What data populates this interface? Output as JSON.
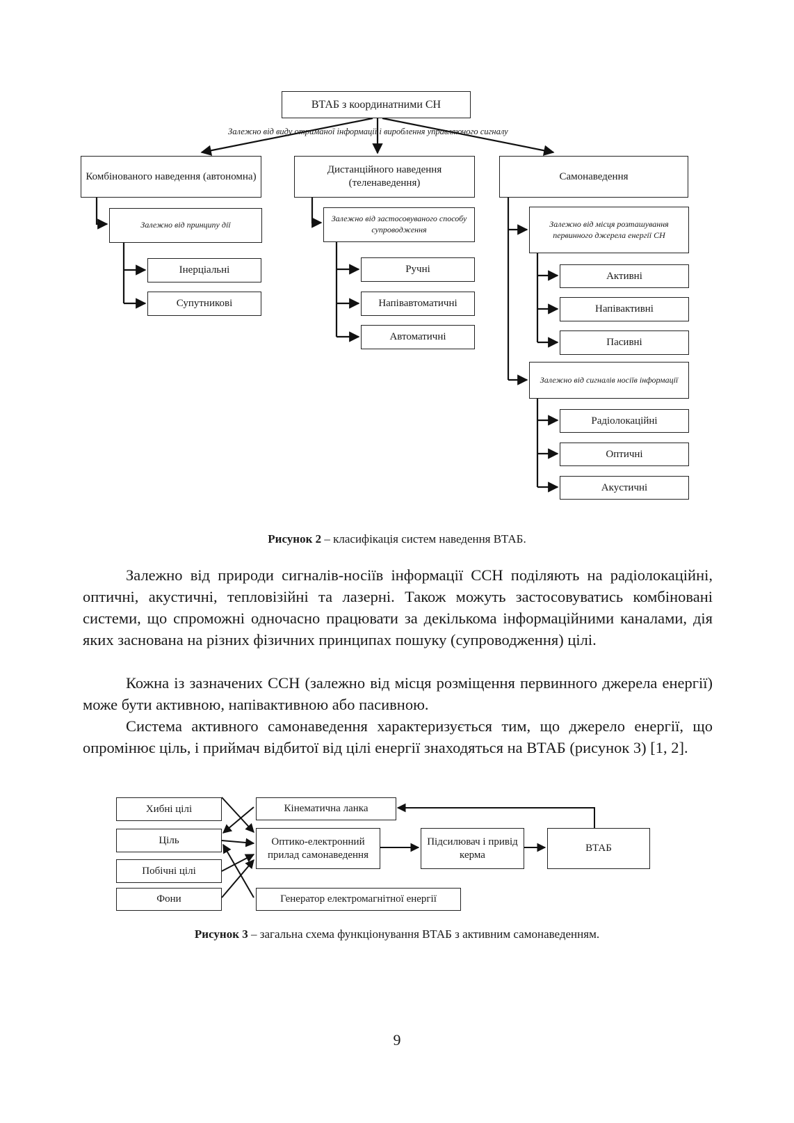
{
  "figure2": {
    "root": "ВТАБ з координатними СН",
    "root_criterion": "Залежно від виду отриманої інформації і вироблення управляючого сигналу",
    "branches": [
      {
        "label": "Комбінованого наведення (автономна)",
        "criterion": "Залежно від принципу дії",
        "items": [
          "Інерціальні",
          "Супутникові"
        ]
      },
      {
        "label": "Дистанційного наведення (теленаведення)",
        "criterion": "Залежно від застосовуваного способу супроводження",
        "items": [
          "Ручні",
          "Напівавтоматичні",
          "Автоматичні"
        ]
      },
      {
        "label": "Самонаведення",
        "groups": [
          {
            "criterion": "Залежно від місця розташування первинного джерела енергії СН",
            "items": [
              "Активні",
              "Напівактивні",
              "Пасивні"
            ]
          },
          {
            "criterion": "Залежно від сигналів носіїв інформації",
            "items": [
              "Радіолокаційні",
              "Оптичні",
              "Акустичні"
            ]
          }
        ]
      }
    ],
    "caption_bold": "Рисунок 2",
    "caption_text": " – класифікація систем наведення ВТАБ."
  },
  "paragraphs": [
    "Залежно від природи сигналів-носіїв інформації ССН поділяють на радіолокаційні, оптичні, акустичні, тепловізійні та лазерні. Також можуть застосовуватись комбіновані системи, що спроможні одночасно працювати за декількома інформаційними каналами, дія яких заснована на різних фізичних принципах пошуку (супроводження) цілі.",
    "Кожна із зазначених ССН (залежно від місця розміщення первинного джерела енергії) може бути активною, напівактивною або пасивною.",
    "Система активного самонаведення характеризується тим, що джерело енергії, що опромінює ціль, і приймач відбитої від цілі енергії знаходяться на ВТАБ (рисунок 3) [1, 2]."
  ],
  "figure3": {
    "targets": [
      "Хибні цілі",
      "Ціль",
      "Побічні цілі",
      "Фони"
    ],
    "kinematic": "Кінематична ланка",
    "sensor": "Оптико-електронний прилад самонаведення",
    "amplifier": "Підсилювач і привід керма",
    "vtab": "ВТАБ",
    "generator": "Генератор електромагнітної енергії",
    "caption_bold": "Рисунок 3",
    "caption_text": " – загальна схема функціонування ВТАБ з активним самонаведенням."
  },
  "page_number": "9"
}
